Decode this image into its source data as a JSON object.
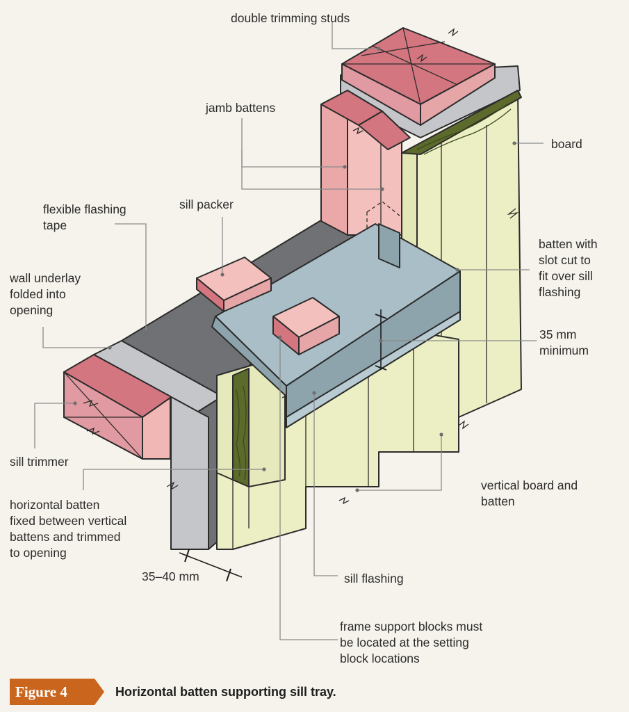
{
  "colors": {
    "background": "#f6f3ec",
    "timber_red_side": "#eaa8a8",
    "timber_red_top": "#d47680",
    "board": "#ecefc4",
    "flashing": "#a9bec6",
    "underlay": "#c4c6ca",
    "tape": "#707174",
    "end_grain": "#5c6a2b",
    "figure_badge": "#c9651c"
  },
  "labels": {
    "double_trimming_studs": "double trimming studs",
    "jamb_battens": "jamb battens",
    "board": "board",
    "sill_packer": "sill packer",
    "flexible_flashing_tape": "flexible flashing\ntape",
    "wall_underlay": "wall underlay\nfolded into\nopening",
    "batten_with_slot": "batten with\nslot cut to\nfit over sill\nflashing",
    "min_35": "35 mm\nminimum",
    "sill_trimmer": "sill trimmer",
    "horizontal_batten": "horizontal batten\nfixed between vertical\nbattens and trimmed\nto opening",
    "vertical_board_batten": "vertical board and\nbatten",
    "dim_35_40": "35–40 mm",
    "sill_flashing": "sill flashing",
    "frame_support_blocks": "frame support blocks must\nbe located at the setting\nblock locations"
  },
  "caption": {
    "figure": "Figure 4",
    "title": "Horizontal batten supporting sill tray."
  }
}
